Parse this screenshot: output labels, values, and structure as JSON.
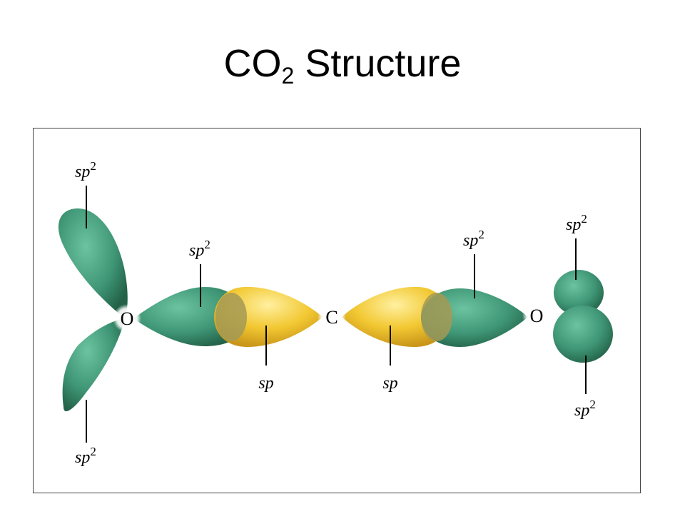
{
  "title": {
    "text": "CO",
    "subscript": "2",
    "suffix": " Structure"
  },
  "labels": {
    "oxygen_left": "O",
    "carbon": "C",
    "oxygen_right": "O",
    "sp2_base": "sp",
    "sp2_exp": "2",
    "sp": "sp"
  },
  "colors": {
    "sp2_orbital": "#3f9676",
    "sp_orbital": "#f2c832",
    "overlap": "#a39a55"
  }
}
